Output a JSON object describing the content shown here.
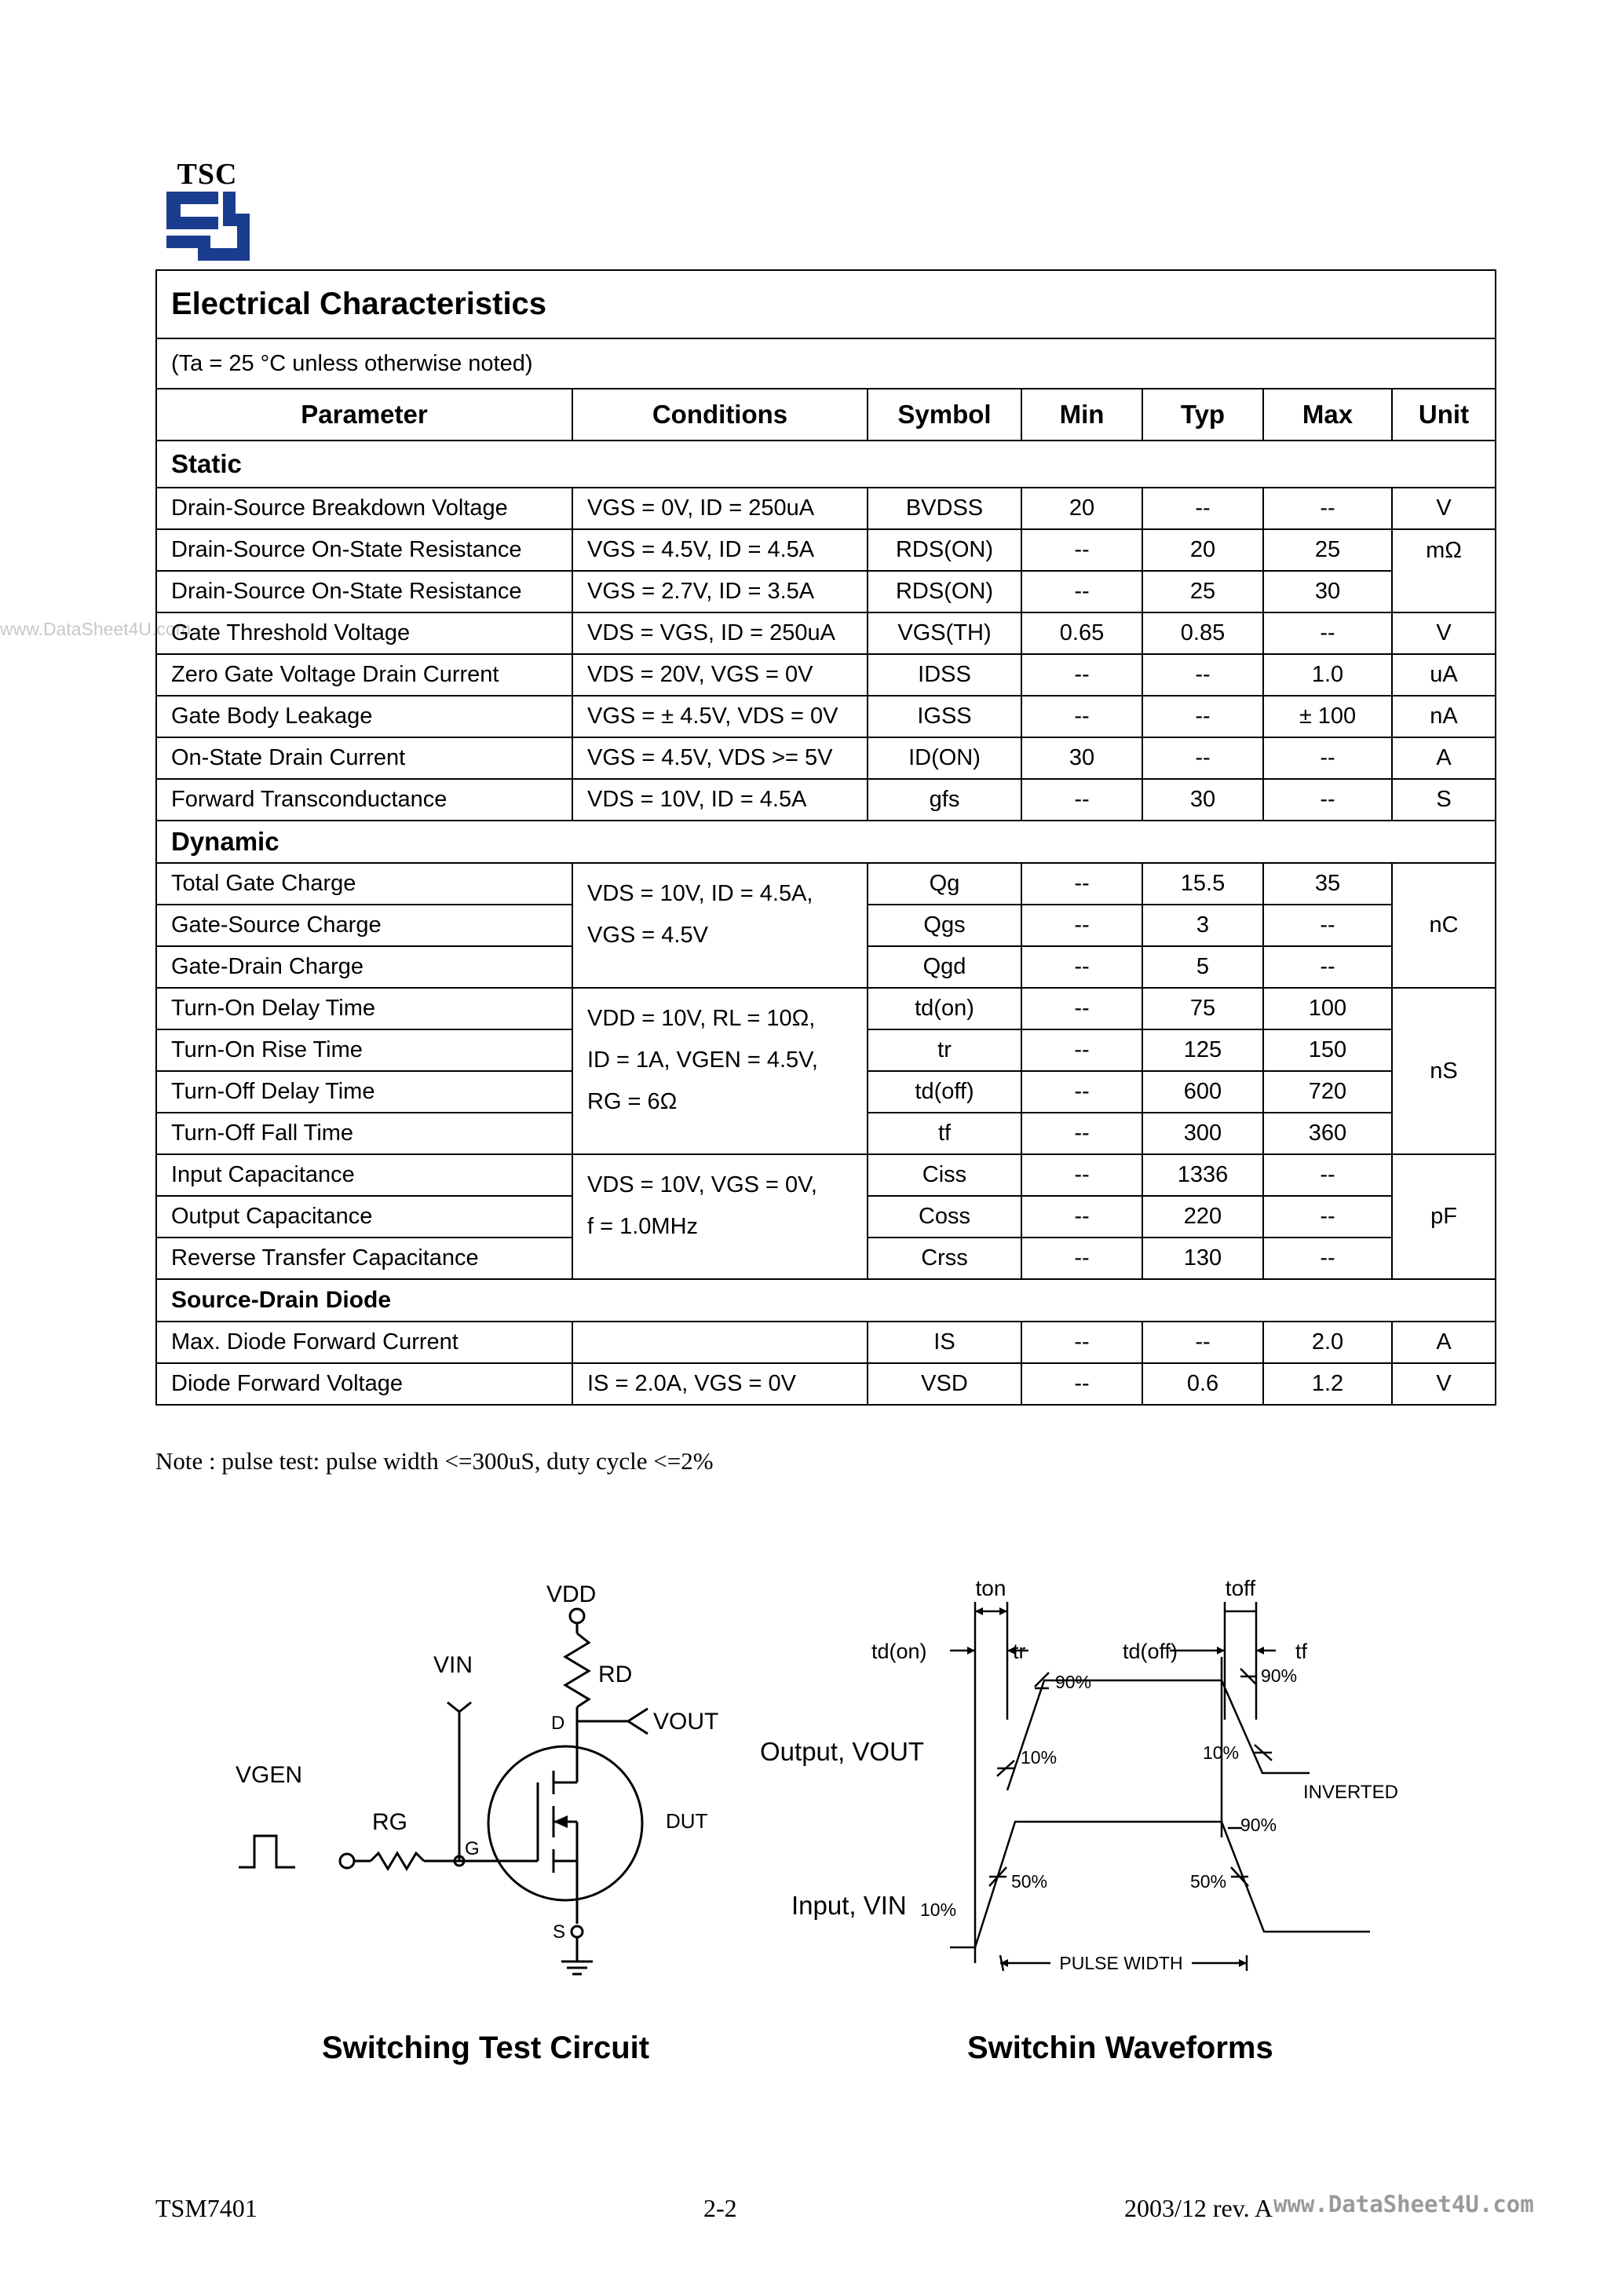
{
  "logo": {
    "text": "TSC",
    "icon": "tsc-logo-icon",
    "color": "#1a3d8f"
  },
  "table": {
    "title": "Electrical Characteristics",
    "note": "(Ta = 25 °C unless otherwise noted)",
    "headers": [
      "Parameter",
      "Conditions",
      "Symbol",
      "Min",
      "Typ",
      "Max",
      "Unit"
    ],
    "sections": {
      "static": "Static",
      "dynamic": "Dynamic",
      "diode": "Source-Drain Diode"
    },
    "rows": {
      "bvdss": {
        "p": "Drain-Source Breakdown Voltage",
        "c": "VGS = 0V, ID = 250uA",
        "s": "BVDSS",
        "min": "20",
        "typ": "--",
        "max": "--",
        "u": "V"
      },
      "rds1": {
        "p": "Drain-Source On-State Resistance",
        "c": "VGS = 4.5V, ID = 4.5A",
        "s": "RDS(ON)",
        "min": "--",
        "typ": "20",
        "max": "25",
        "u": "mΩ"
      },
      "rds2": {
        "p": "Drain-Source On-State Resistance",
        "c": "VGS = 2.7V, ID = 3.5A",
        "s": "RDS(ON)",
        "min": "--",
        "typ": "25",
        "max": "30"
      },
      "vth": {
        "p": "Gate Threshold Voltage",
        "c": "VDS = VGS, ID = 250uA",
        "s": "VGS(TH)",
        "min": "0.65",
        "typ": "0.85",
        "max": "--",
        "u": "V"
      },
      "idss": {
        "p": "Zero Gate Voltage Drain Current",
        "c": "VDS = 20V, VGS = 0V",
        "s": "IDSS",
        "min": "--",
        "typ": "--",
        "max": "1.0",
        "u": "uA"
      },
      "igss": {
        "p": "Gate Body Leakage",
        "c": "VGS = ± 4.5V, VDS = 0V",
        "s": "IGSS",
        "min": "--",
        "typ": "--",
        "max": "± 100",
        "u": "nA"
      },
      "idon": {
        "p": "On-State Drain Current",
        "c": "VGS = 4.5V, VDS >= 5V",
        "s": "ID(ON)",
        "min": "30",
        "typ": "--",
        "max": "--",
        "u": "A"
      },
      "gfs": {
        "p": "Forward Transconductance",
        "c": "VDS = 10V, ID = 4.5A",
        "s": "gfs",
        "min": "--",
        "typ": "30",
        "max": "--",
        "u": "S"
      },
      "qg": {
        "p": "Total Gate Charge",
        "s": "Qg",
        "min": "--",
        "typ": "15.5",
        "max": "35"
      },
      "qgs": {
        "p": "Gate-Source Charge",
        "s": "Qgs",
        "min": "--",
        "typ": "3",
        "max": "--"
      },
      "qgd": {
        "p": "Gate-Drain Charge",
        "s": "Qgd",
        "min": "--",
        "typ": "5",
        "max": "--"
      },
      "q_cond": "VDS = 10V, ID = 4.5A,\nVGS = 4.5V",
      "q_unit": "nC",
      "tdon": {
        "p": "Turn-On Delay Time",
        "s": "td(on)",
        "min": "--",
        "typ": "75",
        "max": "100"
      },
      "tr": {
        "p": "Turn-On Rise Time",
        "s": "tr",
        "min": "--",
        "typ": "125",
        "max": "150"
      },
      "tdoff": {
        "p": "Turn-Off Delay Time",
        "s": "td(off)",
        "min": "--",
        "typ": "600",
        "max": "720"
      },
      "tf": {
        "p": "Turn-Off Fall Time",
        "s": "tf",
        "min": "--",
        "typ": "300",
        "max": "360"
      },
      "t_cond": "VDD = 10V, RL = 10Ω,\nID = 1A, VGEN = 4.5V,\nRG = 6Ω",
      "t_unit": "nS",
      "ciss": {
        "p": "Input Capacitance",
        "s": "Ciss",
        "min": "--",
        "typ": "1336",
        "max": "--"
      },
      "coss": {
        "p": "Output Capacitance",
        "s": "Coss",
        "min": "--",
        "typ": "220",
        "max": "--"
      },
      "crss": {
        "p": "Reverse Transfer Capacitance",
        "s": "Crss",
        "min": "--",
        "typ": "130",
        "max": "--"
      },
      "c_cond": "VDS = 10V, VGS = 0V,\nf = 1.0MHz",
      "c_unit": "pF",
      "is": {
        "p": "Max. Diode Forward Current",
        "c": "",
        "s": "IS",
        "min": "--",
        "typ": "--",
        "max": "2.0",
        "u": "A"
      },
      "vsd": {
        "p": "Diode Forward Voltage",
        "c": "IS = 2.0A, VGS = 0V",
        "s": "VSD",
        "min": "--",
        "typ": "0.6",
        "max": "1.2",
        "u": "V"
      }
    }
  },
  "footnote": "Note : pulse test: pulse width <=300uS, duty cycle <=2%",
  "circuit": {
    "caption": "Switching Test Circuit",
    "labels": {
      "vdd": "VDD",
      "rd": "RD",
      "vin": "VIN",
      "d": "D",
      "vout": "VOUT",
      "vgen": "VGEN",
      "rg": "RG",
      "g": "G",
      "dut": "DUT",
      "s": "S"
    }
  },
  "waveforms": {
    "caption": "Switchin Waveforms",
    "labels": {
      "ton": "ton",
      "toff": "toff",
      "tdon": "td(on)",
      "tr": "tr",
      "tdoff": "td(off)",
      "tf": "tf",
      "p90a": "90%",
      "p90b": "90%",
      "p10a": "10%",
      "p10b": "10%",
      "output": "Output, VOUT",
      "inverted": "INVERTED",
      "p90c": "90%",
      "p50a": "50%",
      "p50b": "50%",
      "input": "Input, VIN",
      "p10c": "10%",
      "pulse": "PULSE WIDTH"
    }
  },
  "footer": {
    "left": "TSM7401",
    "center": "2-2",
    "right": "2003/12 rev. A"
  },
  "watermarks": {
    "side": "www.DataSheet4U.com",
    "corner": "www.DataSheet4U.com"
  }
}
